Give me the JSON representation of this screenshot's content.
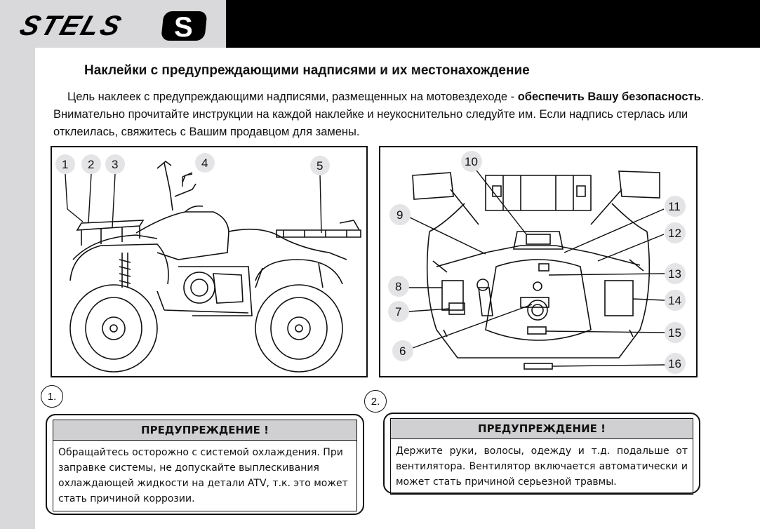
{
  "header": {
    "brand": "STELS",
    "brand_letter": "S"
  },
  "title": "Наклейки с предупреждающими надписями и их местонахождение",
  "intro": {
    "part1": "Цель наклеек с предупреждающими надписями,  размещенных на мотовездеходе  - ",
    "bold": "обеспечить Вашу безопасность",
    "part2": ".  Внимательно  прочитайте  инструкции на каждой наклейке и неукоснительно следуйте им. Если надпись стерлась или отклеилась, свяжитесь с  Вашим  продавцом  для замены."
  },
  "callouts_left": [
    "1",
    "2",
    "3",
    "4",
    "5"
  ],
  "callouts_right": [
    "6",
    "7",
    "8",
    "9",
    "10",
    "11",
    "12",
    "13",
    "14",
    "15",
    "16"
  ],
  "warnings": [
    {
      "index_label": "1.",
      "heading": "ПРЕДУПРЕЖДЕНИЕ !",
      "lines": [
        "Обращайтесь осторожно с системой охлаждения. При",
        "заправке системы,  не допускайте выплескивания",
        "охлаждающей жидкости на детали ATV, т.к. это может",
        "стать причиной коррозии."
      ]
    },
    {
      "index_label": "2.",
      "heading": "ПРЕДУПРЕЖДЕНИЕ !",
      "text": "Держите руки, волосы, одежду и т.д. подальше от вентилятора. Вентилятор включается автоматически и может стать причиной серьезной травмы."
    }
  ]
}
